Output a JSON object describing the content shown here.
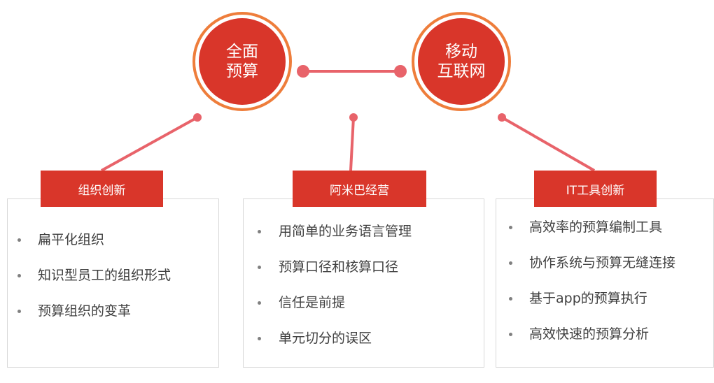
{
  "colors": {
    "primary_red": "#d9362a",
    "ring_orange": "#ee7d3b",
    "connector_pink": "#e8636a",
    "box_border": "#d8d8d8",
    "text_gray": "#404040"
  },
  "top_nodes": [
    {
      "line1": "全面",
      "line2": "预算"
    },
    {
      "line1": "移动",
      "line2": "互联网"
    }
  ],
  "columns": [
    {
      "title": "组织创新",
      "items": [
        "扁平化组织",
        "知识型员工的组织形式",
        "预算组织的变革"
      ]
    },
    {
      "title": "阿米巴经营",
      "items": [
        "用简单的业务语言管理",
        "预算口径和核算口径",
        "信任是前提",
        "单元切分的误区"
      ]
    },
    {
      "title": "IT工具创新",
      "items": [
        "高效率的预算编制工具",
        "协作系统与预算无缝连接",
        "基于app的预算执行",
        "高效快速的预算分析"
      ]
    }
  ]
}
